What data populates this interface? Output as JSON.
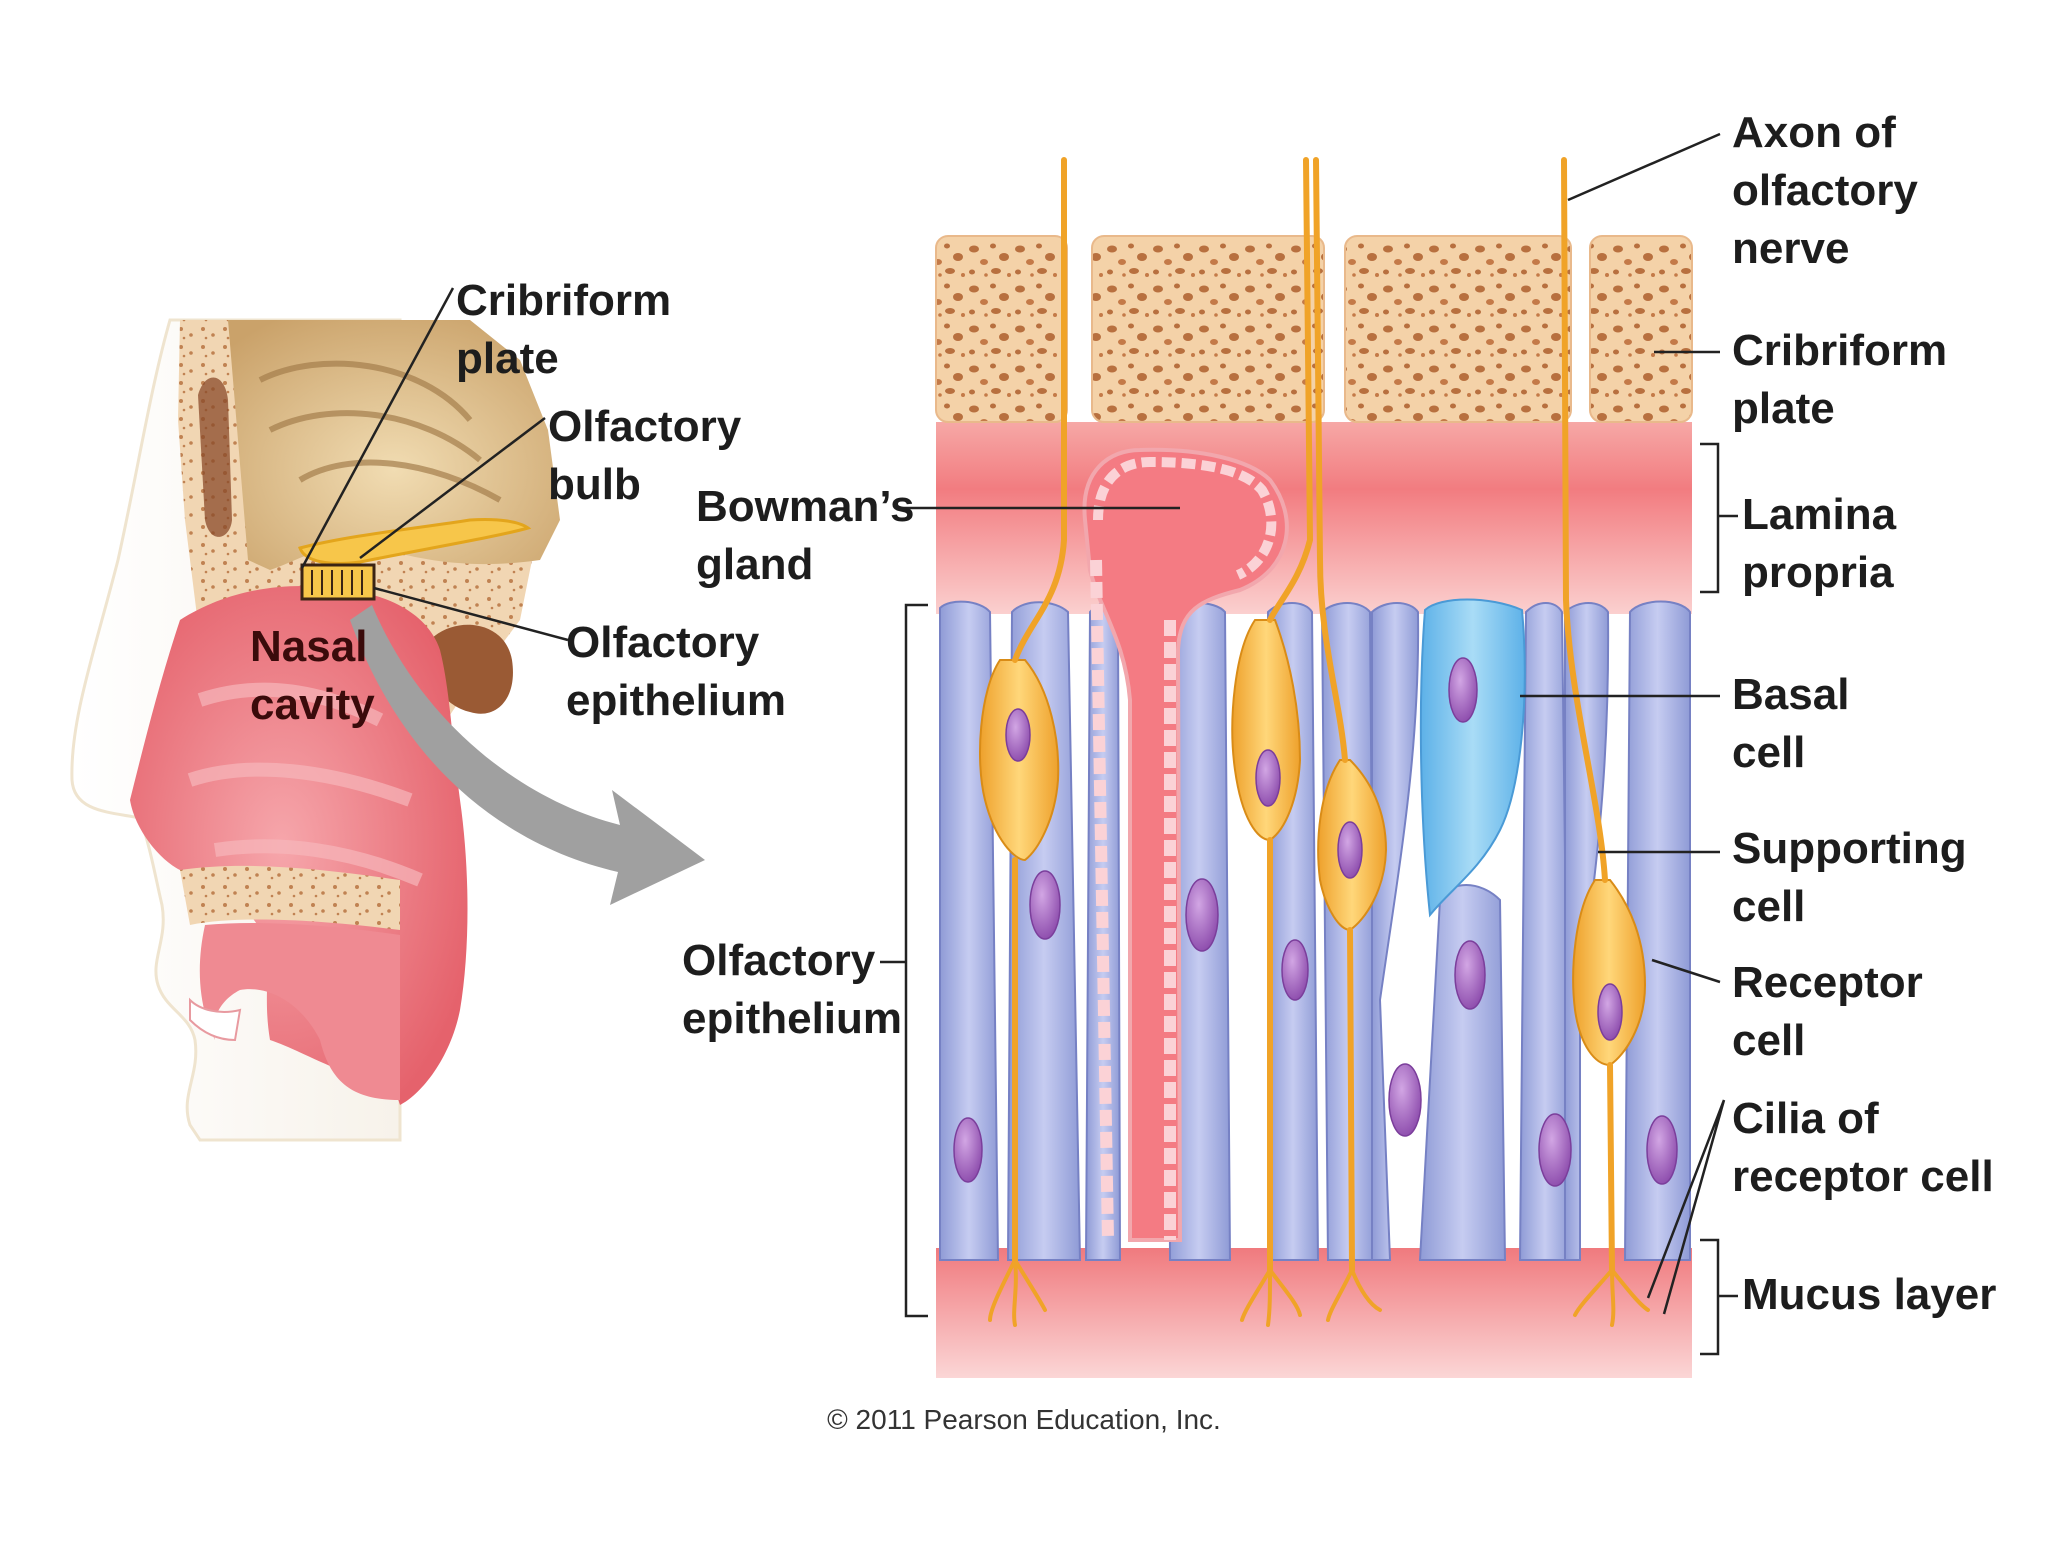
{
  "labels": {
    "head": {
      "cribriform_plate": [
        "Cribriform",
        "plate"
      ],
      "olfactory_bulb": [
        "Olfactory",
        "bulb"
      ],
      "olfactory_epithelium": [
        "Olfactory",
        "epithelium"
      ],
      "nasal_cavity": [
        "Nasal",
        "cavity"
      ]
    },
    "detail": {
      "bowmans_gland": [
        "Bowman’s",
        "gland"
      ],
      "olfactory_epithelium": [
        "Olfactory",
        "epithelium"
      ],
      "axon": [
        "Axon of",
        "olfactory",
        "nerve"
      ],
      "cribriform_plate": [
        "Cribriform",
        "plate"
      ],
      "lamina_propria": [
        "Lamina",
        "propria"
      ],
      "basal_cell": [
        "Basal",
        "cell"
      ],
      "supporting_cell": [
        "Supporting",
        "cell"
      ],
      "receptor_cell": [
        "Receptor",
        "cell"
      ],
      "cilia": [
        "Cilia of",
        "receptor cell"
      ],
      "mucus_layer": [
        "Mucus layer"
      ]
    }
  },
  "copyright": "© 2011 Pearson Education, Inc.",
  "colors": {
    "bone": "#f3cfa6",
    "bone_pore": "#b06a3e",
    "lamina": "#f48a8a",
    "supporting_cell": "#a9b3e6",
    "basal_cell": "#8cc8ee",
    "receptor_cell": "#f5b43a",
    "nucleus": "#9b5fb8",
    "nasal_tissue": "#ee7f86",
    "arrow": "#9a9a9a"
  }
}
